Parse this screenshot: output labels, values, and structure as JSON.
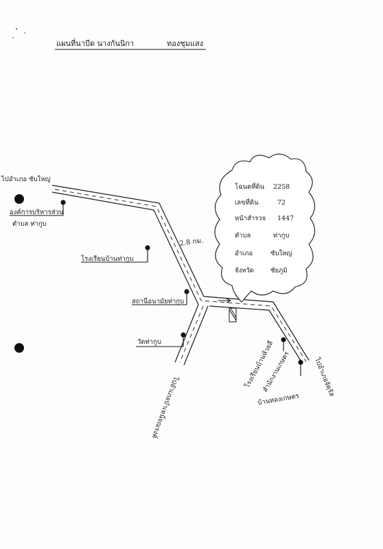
{
  "title": {
    "left": "แผนที่นาบีด นางกันนิกา",
    "right": "ทองชุมแสง"
  },
  "distance_label": "2.8 กม.",
  "roads": {
    "to_left": "ไปอำเภอ ซับใหญ่",
    "to_bottom": "ไปอำเภอบำเหน็จณรงค์",
    "to_right": "ไปอำเภอจัตุรัส"
  },
  "landmarks": {
    "district_office": {
      "line1": "องค์การบริหารส่วน",
      "line2": "ตำบล ท่ากูบ"
    },
    "school": "โรงเรียนบ้านท่ากูบ",
    "health_station": "สถานีอนามัยท่ากูบ",
    "temple": "วัดท่ากูบ",
    "school_right": "โรงเรียนบ้านห้วยลี",
    "agri_office_line1": "สำนักงานเกษตร",
    "agri_office_line2": "บ้านทองเกษตร"
  },
  "deed_info": {
    "rows": [
      {
        "label": "โฉนดที่ดิน",
        "value": "2258"
      },
      {
        "label": "เลขที่ดิน",
        "value": "72"
      },
      {
        "label": "หน้าสำรวจ",
        "value": "1447"
      },
      {
        "label": "ตำบล",
        "value": "ท่ากูบ"
      },
      {
        "label": "อำเภอ",
        "value": "ซับใหญ่"
      },
      {
        "label": "จังหวัด",
        "value": "ชัยภูมิ"
      }
    ]
  },
  "colors": {
    "ink": "#1a1a1a",
    "paper": "#fdfdfd"
  }
}
